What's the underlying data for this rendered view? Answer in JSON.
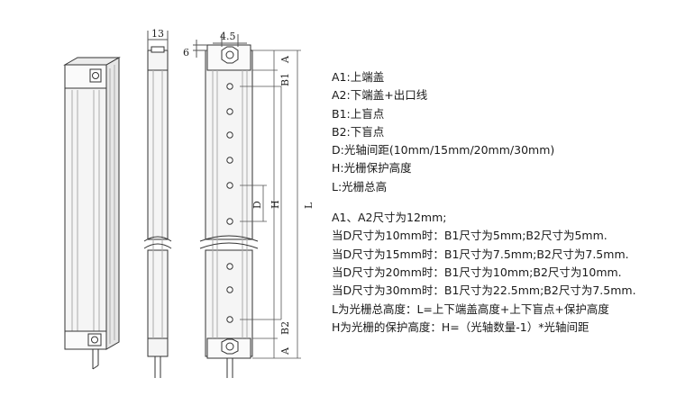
{
  "dimensions": {
    "width_13": "13",
    "width_4_5": "4.5",
    "height_6": "6",
    "label_A_top": "A",
    "label_B1": "B1",
    "label_D": "D",
    "label_H": "H",
    "label_L": "L",
    "label_B2": "B2",
    "label_A_bottom": "A"
  },
  "legend": {
    "definitions": [
      "A1:上端盖",
      "A2:下端盖+出口线",
      "B1:上盲点",
      "B2:下盲点",
      "D:光轴间距(10mm/15mm/20mm/30mm)",
      "H:光栅保护高度",
      "L:光栅总高"
    ],
    "notes": [
      "A1、A2尺寸为12mm;",
      "当D尺寸为10mm时：B1尺寸为5mm;B2尺寸为5mm.",
      "当D尺寸为15mm时：B1尺寸为7.5mm;B2尺寸为7.5mm.",
      "当D尺寸为20mm时：B1尺寸为10mm;B2尺寸为10mm.",
      "当D尺寸为30mm时：B1尺寸为22.5mm;B2尺寸为7.5mm.",
      "L为光栅总高度：L=上下端盖高度+上下盲点+保护高度",
      "H为光栅的保护高度：H=（光轴数量-1）*光轴间距"
    ]
  },
  "colors": {
    "line": "#333333",
    "body_fill": "#f4f4f4",
    "rib": "#bdbdbd"
  }
}
